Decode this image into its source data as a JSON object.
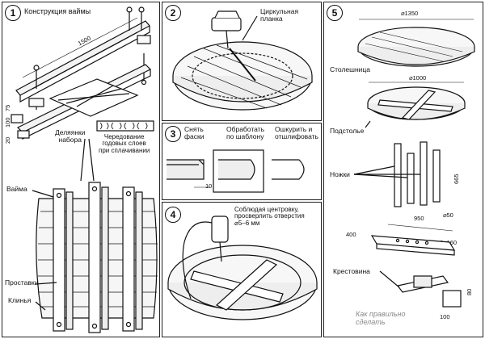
{
  "panels": {
    "p1": {
      "number": "1",
      "title": "Конструкция ваймы",
      "dim_1500": "1500",
      "dim_20": "20",
      "dim_100": "100",
      "dim_75": "75",
      "label_planks": "Деляянки\nнабора",
      "label_grain": "Чередование\nгодовых слоев\nпри сплачивании",
      "label_vaima": "Вайма",
      "label_spacers": "Проставки",
      "label_wedges": "Клинья"
    },
    "p2": {
      "number": "2",
      "label_plank": "Циркульная\nпланка"
    },
    "p3": {
      "number": "3",
      "step1": "Снять\nфаски",
      "step2": "Обработать\nпо шаблону",
      "step3": "Ошкурить и\nотшлифовать",
      "dim_10": "10"
    },
    "p4": {
      "number": "4",
      "label": "Соблюдая центровку,\nпросверлить отверстия\n⌀5–6 мм"
    },
    "p5": {
      "number": "5",
      "dim_1350": "⌀1350",
      "label_top": "Столешница",
      "dim_1000": "⌀1000",
      "label_sub": "Подстолье",
      "label_legs": "Ножки",
      "dim_950": "950",
      "dim_d50": "⌀50",
      "dim_665": "665",
      "dim_6x160": "6×160",
      "dim_400": "400",
      "label_cross": "Крестовина",
      "dim_80": "80",
      "dim_100": "100"
    }
  },
  "watermark": "Как правильно\nсделать"
}
